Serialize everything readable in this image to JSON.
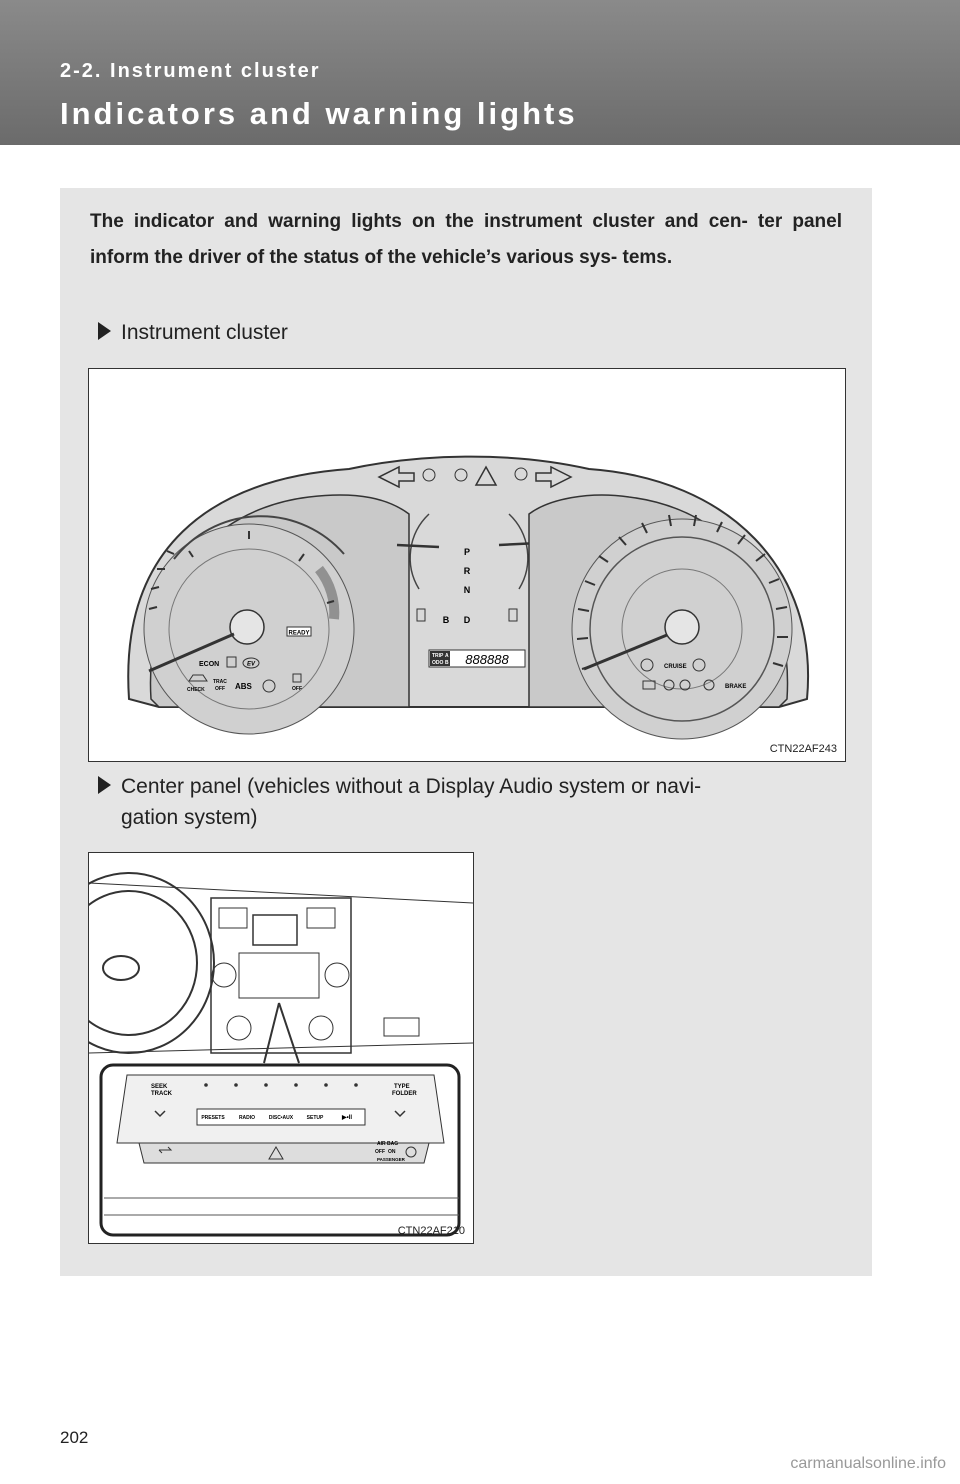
{
  "header": {
    "section": "2-2. Instrument cluster",
    "title": "Indicators and warning lights"
  },
  "intro": "The indicator and warning lights on the instrument cluster and cen- ter panel inform the driver of the status of the vehicle’s various sys- tems.",
  "bullet1": "Instrument cluster",
  "bullet2_line1": "Center panel (vehicles without a Display Audio system or navi-",
  "bullet2_line2": "gation system)",
  "figure1": {
    "code": "CTN22AF243",
    "labels": {
      "econ": "ECON",
      "ev": "EV",
      "ready": "READY",
      "check": "CHECK",
      "trac": "TRAC",
      "trac_off": "OFF",
      "abs": "ABS",
      "off": "OFF",
      "trip": "TRIP",
      "odo": "ODO",
      "a": "A",
      "b_trip": "B",
      "odometer": "888888",
      "p": "P",
      "r": "R",
      "n": "N",
      "d": "D",
      "b": "B",
      "cruise": "CRUISE",
      "brake": "BRAKE"
    }
  },
  "figure2": {
    "code": "CTN22AF210",
    "labels": {
      "seek": "SEEK",
      "track": "TRACK",
      "type": "TYPE",
      "folder": "FOLDER",
      "presets": "PRESETS",
      "radio": "RADIO",
      "disc_aux": "DISC•AUX",
      "setup": "SETUP",
      "play": "▶•II",
      "airbag": "AIR BAG",
      "airbag_off": "OFF",
      "airbag_on": "ON",
      "passenger": "PASSENGER"
    }
  },
  "page_number": "202",
  "watermark": "carmanualsonline.info"
}
